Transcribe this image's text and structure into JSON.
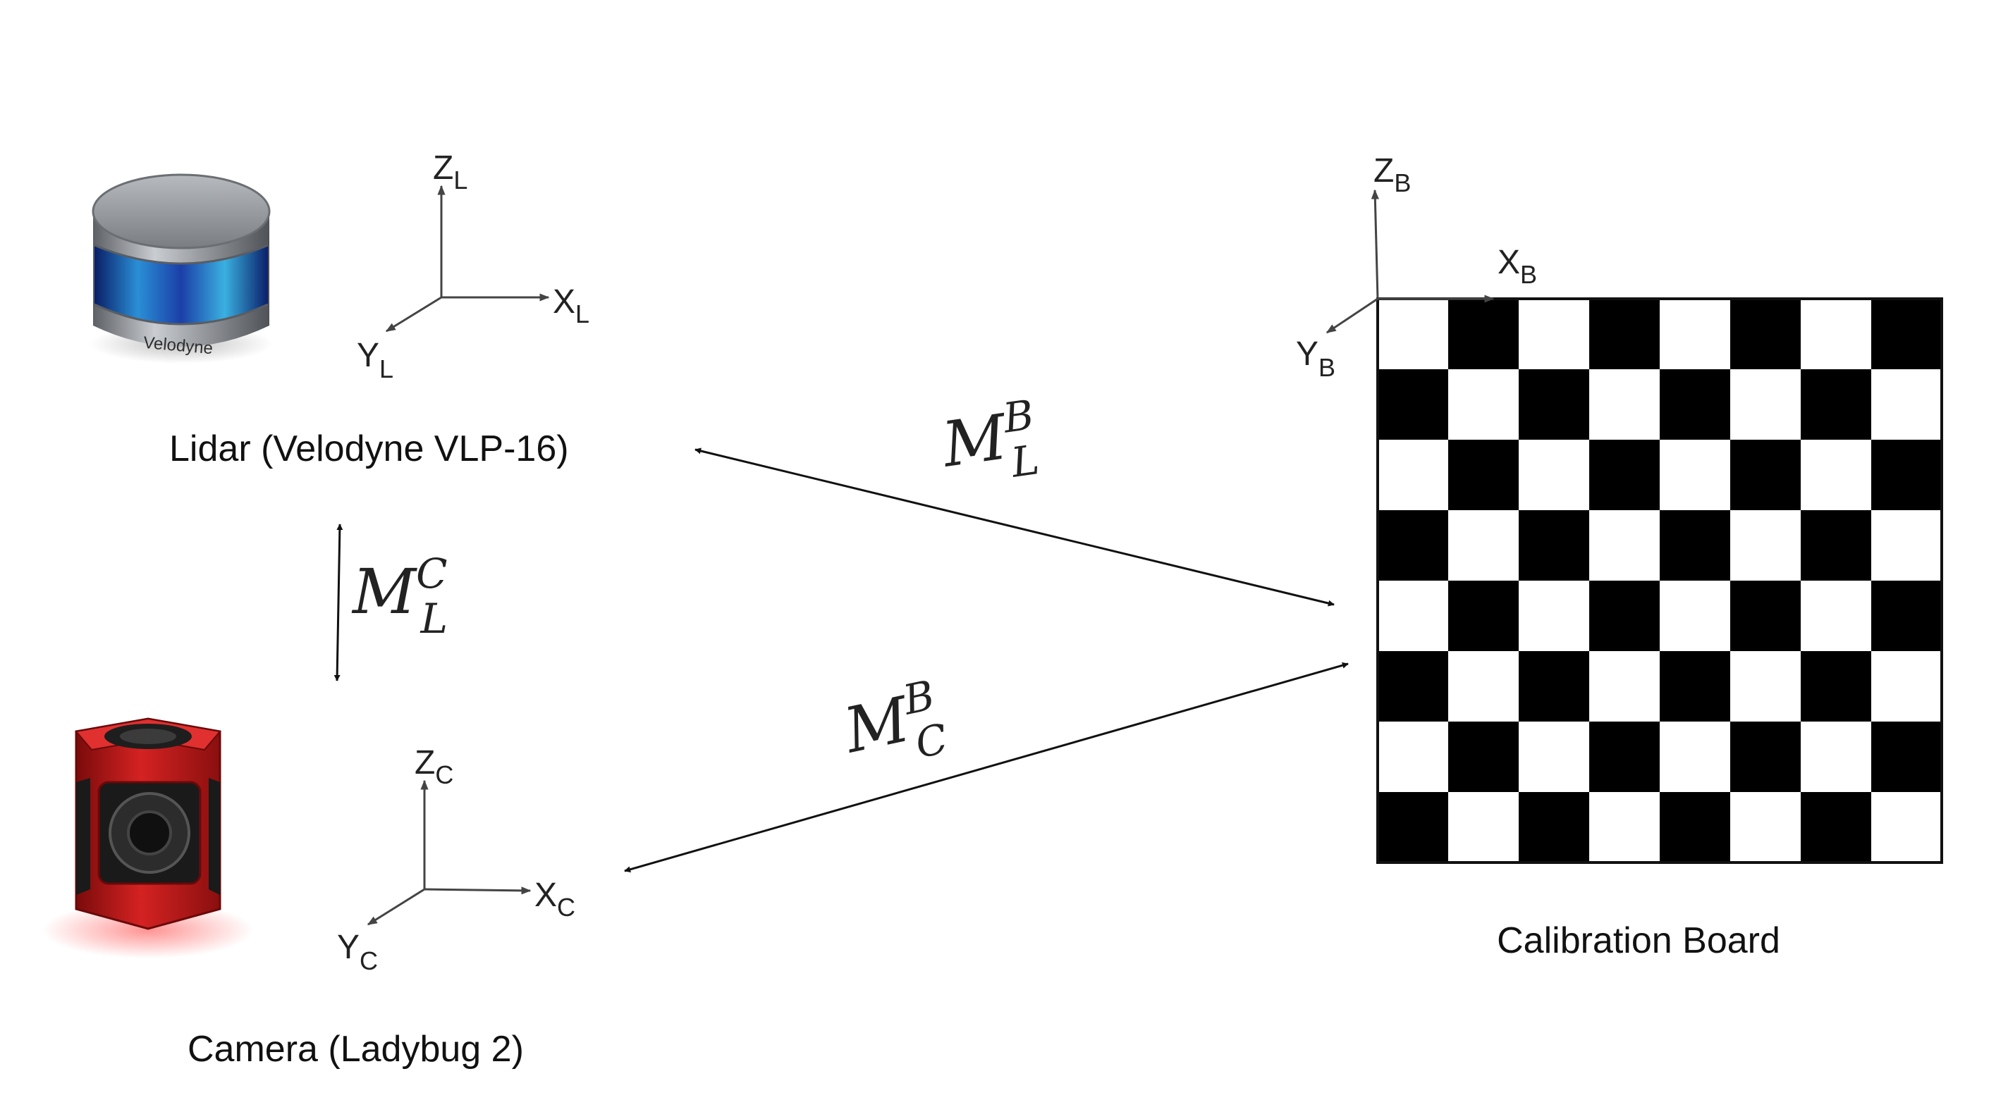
{
  "labels": {
    "lidar": "Lidar (Velodyne VLP-16)",
    "camera": "Camera (Ladybug 2)",
    "board": "Calibration Board",
    "lidar_brand": "Velodyne"
  },
  "frames": {
    "lidar": {
      "z": "Z",
      "z_sub": "L",
      "x": "X",
      "x_sub": "L",
      "y": "Y",
      "y_sub": "L"
    },
    "camera": {
      "z": "Z",
      "z_sub": "C",
      "x": "X",
      "x_sub": "C",
      "y": "Y",
      "y_sub": "C"
    },
    "board": {
      "z": "Z",
      "z_sub": "B",
      "x": "X",
      "x_sub": "B",
      "y": "Y",
      "y_sub": "B"
    }
  },
  "transforms": {
    "lidar_to_camera": {
      "symbol": "M",
      "sup": "C",
      "sub": "L"
    },
    "lidar_to_board": {
      "symbol": "M",
      "sup": "B",
      "sub": "L"
    },
    "camera_to_board": {
      "symbol": "M",
      "sup": "B",
      "sub": "C"
    }
  },
  "board": {
    "rows": 8,
    "cols": 8,
    "dark_color": "#000000",
    "light_color": "#ffffff"
  },
  "colors": {
    "lidar_body": "#8a8d91",
    "lidar_band": "#1d4fb0",
    "camera_body": "#c21a1a",
    "ink": "#111111"
  }
}
